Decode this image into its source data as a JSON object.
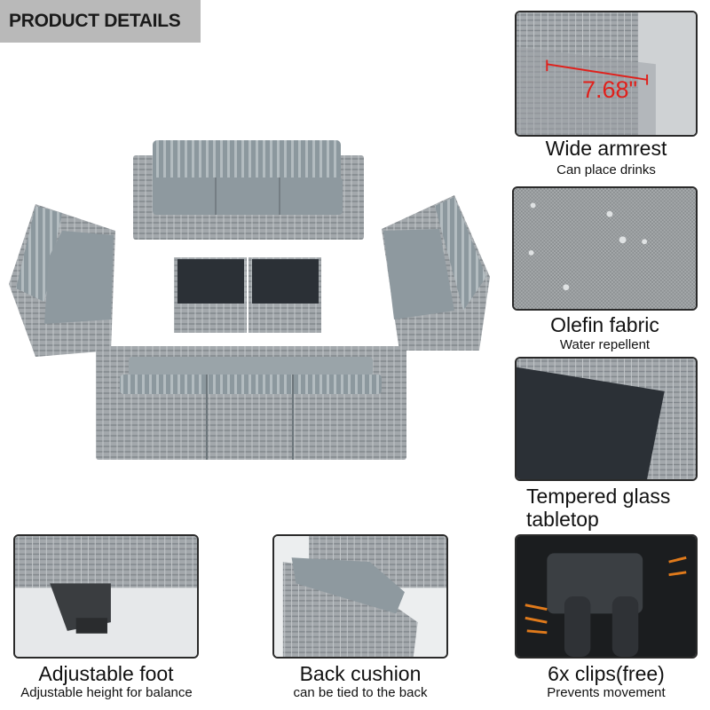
{
  "header": {
    "label": "PRODUCT DETAILS",
    "bg": "#b9b9b9"
  },
  "features": [
    {
      "title": "Wide armrest",
      "subtitle": "Can place drinks",
      "callout": "7.68\"",
      "icon": "armrest-photo"
    },
    {
      "title": "Olefin fabric",
      "subtitle": "Water repellent",
      "icon": "fabric-photo"
    },
    {
      "title": "Tempered glass tabletop",
      "title_line1": "Tempered glass",
      "title_line2": "tabletop",
      "icon": "glass-photo"
    },
    {
      "title": "Adjustable foot",
      "subtitle": "Adjustable height for balance",
      "icon": "foot-photo"
    },
    {
      "title": "Back cushion",
      "subtitle": "can be tied to the back",
      "icon": "cushion-photo"
    },
    {
      "title": "6x clips(free)",
      "subtitle": "Prevents movement",
      "icon": "clip-photo"
    }
  ],
  "colors": {
    "wicker": "#9a9fa3",
    "cushion": "#8f9aa0",
    "glass": "#2b3036",
    "callout_red": "#e0201b"
  }
}
